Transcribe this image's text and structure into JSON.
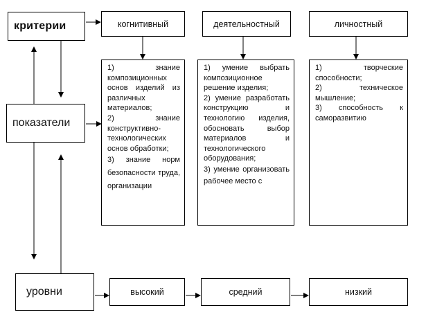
{
  "left_nodes": {
    "criteria": "критерии",
    "indicators": "показатели",
    "levels": "уровни"
  },
  "criteria_boxes": [
    "когнитивный",
    "деятельностный",
    "личностный"
  ],
  "indicator_boxes": [
    {
      "items": [
        "1)  знание композиционных основ изделий из различных материалов;",
        "2)  знание конструктивно-технологических основ обработки;",
        "3) знание норм безопасности труда, организации"
      ]
    },
    {
      "items": [
        "1) умение выбрать композиционное решение изделия;",
        "2)  умение разработать конструкцию и технологию изделия, обосновать выбор материалов и технологического оборудования;",
        "3)  умение организовать рабочее место с"
      ]
    },
    {
      "items": [
        "1)  творческие способности;",
        "2)  техническое мышление;",
        "3) способность к саморазвитию"
      ]
    }
  ],
  "level_boxes": [
    "высокий",
    "средний",
    "низкий"
  ]
}
